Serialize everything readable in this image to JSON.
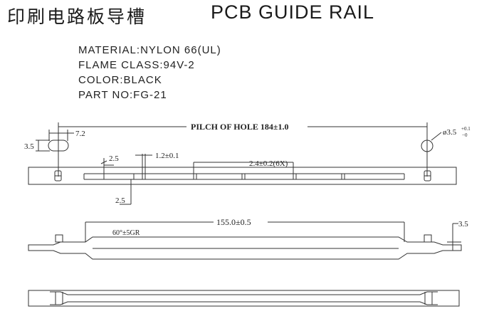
{
  "title": {
    "chinese": "印刷电路板导槽",
    "english": "PCB GUIDE RAIL"
  },
  "specs": {
    "material": "MATERIAL:NYLON 66(UL)",
    "flame_class": "FLAME CLASS:94V-2",
    "color": "COLOR:BLACK",
    "part_no": "PART NO:FG-21"
  },
  "dimensions": {
    "pitch_of_hole": "PILCH OF HOLE 184±1.0",
    "hole_diameter": "ø3.5",
    "hole_diameter_tol_upper": "+0.1",
    "hole_diameter_tol_lower": "−0",
    "slot_width": "7.2",
    "slot_height": "3.5",
    "groove_depth": "2.5",
    "groove_bottom": "2.5",
    "slot_gap": "1.2±0.1",
    "segment_spacing": "2.4±0.2(6X)",
    "side_length": "155.0±0.5",
    "chamfer": "60°±5GR",
    "side_height": "3.5"
  },
  "colors": {
    "line": "#333333",
    "text": "#222222"
  }
}
